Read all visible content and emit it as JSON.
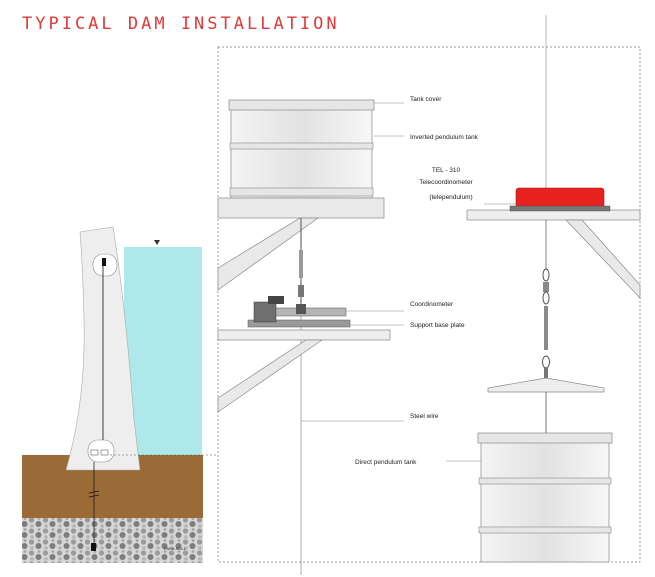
{
  "title": "TYPICAL DAM INSTALLATION",
  "labels": {
    "tank_cover": "Tank cover",
    "inverted_tank": "Inverted pendulum tank",
    "tel_model": "TEL - 310",
    "telecoordinometer": "Telecoordinometer",
    "telependulum": "(telependulum)",
    "coordinometer": "Coordinometer",
    "support_base": "Support base plate",
    "steel_wire": "Steel wire",
    "direct_tank": "Direct pendulum tank",
    "watermark": "PARA.SOLL"
  },
  "colors": {
    "title": "#e03a3a",
    "water": "#aee8ea",
    "soil": "#9a6a37",
    "telecoordinometer": "#e8231f",
    "rock": "#cfcfcf"
  }
}
